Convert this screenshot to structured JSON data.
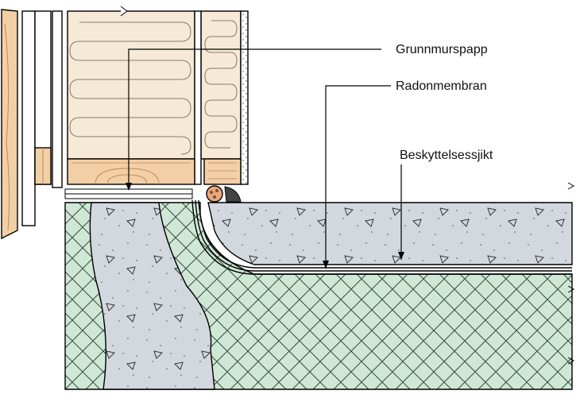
{
  "labels": {
    "grunnmurspapp": "Grunnmurspapp",
    "radonmembran": "Radonmembran",
    "beskyttelsessjikt": "Beskyttelsessjikt"
  },
  "colors": {
    "insulation_green": "#cfe8d6",
    "concrete_grey": "#d3d8de",
    "batt_cream": "#f6ead6",
    "wood_tan": "#f3cfa5",
    "background": "#ffffff"
  }
}
